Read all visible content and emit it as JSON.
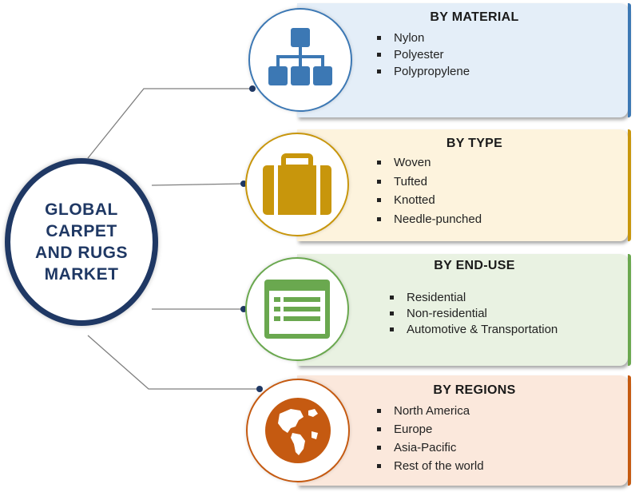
{
  "hub": {
    "title": "GLOBAL CARPET AND RUGS MARKET"
  },
  "segments": [
    {
      "title": "BY MATERIAL",
      "icon": "sitemap-icon",
      "color": "#3c78b4",
      "bg": "#e4eef8",
      "items": [
        "Nylon",
        "Polyester",
        "Polypropylene"
      ]
    },
    {
      "title": "BY TYPE",
      "icon": "suitcase-icon",
      "color": "#c8960c",
      "bg": "#fdf3dd",
      "items": [
        "Woven",
        "Tufted",
        "Knotted",
        "Needle-punched"
      ]
    },
    {
      "title": "BY END-USE",
      "icon": "list-window-icon",
      "color": "#6aa84f",
      "bg": "#e9f2e2",
      "items": [
        "Residential",
        "Non-residential",
        "Automotive & Transportation"
      ]
    },
    {
      "title": "BY REGIONS",
      "icon": "globe-icon",
      "color": "#c55a11",
      "bg": "#fbe8dc",
      "items": [
        "North America",
        "Europe",
        "Asia-Pacific",
        "Rest of the world"
      ]
    }
  ]
}
